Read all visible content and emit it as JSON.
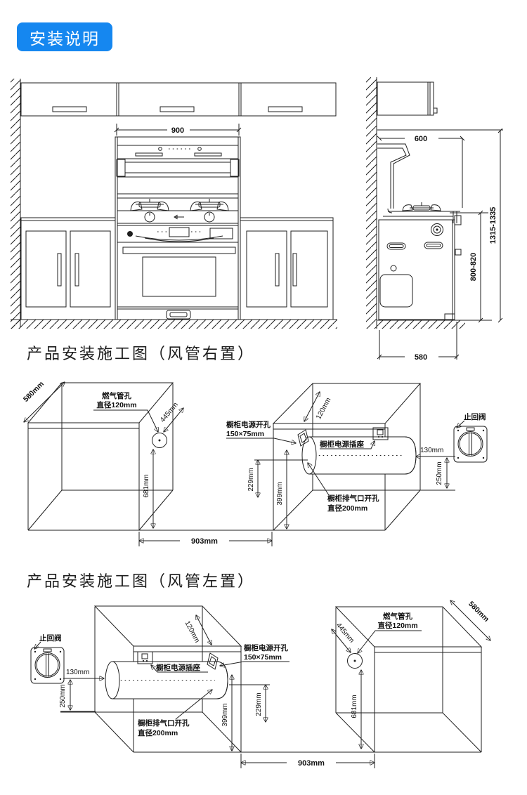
{
  "badge": {
    "label": "安装说明"
  },
  "captions": {
    "right": "产品安装施工图（风管右置）",
    "left": "产品安装施工图（风管左置）"
  },
  "front_view": {
    "width_dim": "900"
  },
  "side_view": {
    "hood_depth_dim": "600",
    "total_height_dim": "1315-1335",
    "counter_height_dim": "800-820",
    "base_depth_dim": "580"
  },
  "iso": {
    "depth_580": "580mm",
    "gas_hole_title": "燃气管孔",
    "gas_hole_diameter": "直径120mm",
    "gas_hole_offset_445": "445mm",
    "gas_hole_height_681": "681mm",
    "power_cutout_title": "橱柜电源开孔",
    "power_cutout_size": "150×75mm",
    "power_cutout_offset_120": "120mm",
    "power_socket_label": "橱柜电源插座",
    "duct_dim_229": "229mm",
    "duct_dim_399": "399mm",
    "exhaust_hole_title": "橱柜排气口开孔",
    "exhaust_hole_diameter": "直径200mm",
    "duct_protrude_130": "130mm",
    "duct_drop_250": "250mm",
    "span_903": "903mm",
    "check_valve_label": "止回阀"
  },
  "colors": {
    "badge_bg": "#1587f0",
    "badge_text": "#ffffff",
    "line": "#1f1f1f",
    "background": "#ffffff"
  }
}
